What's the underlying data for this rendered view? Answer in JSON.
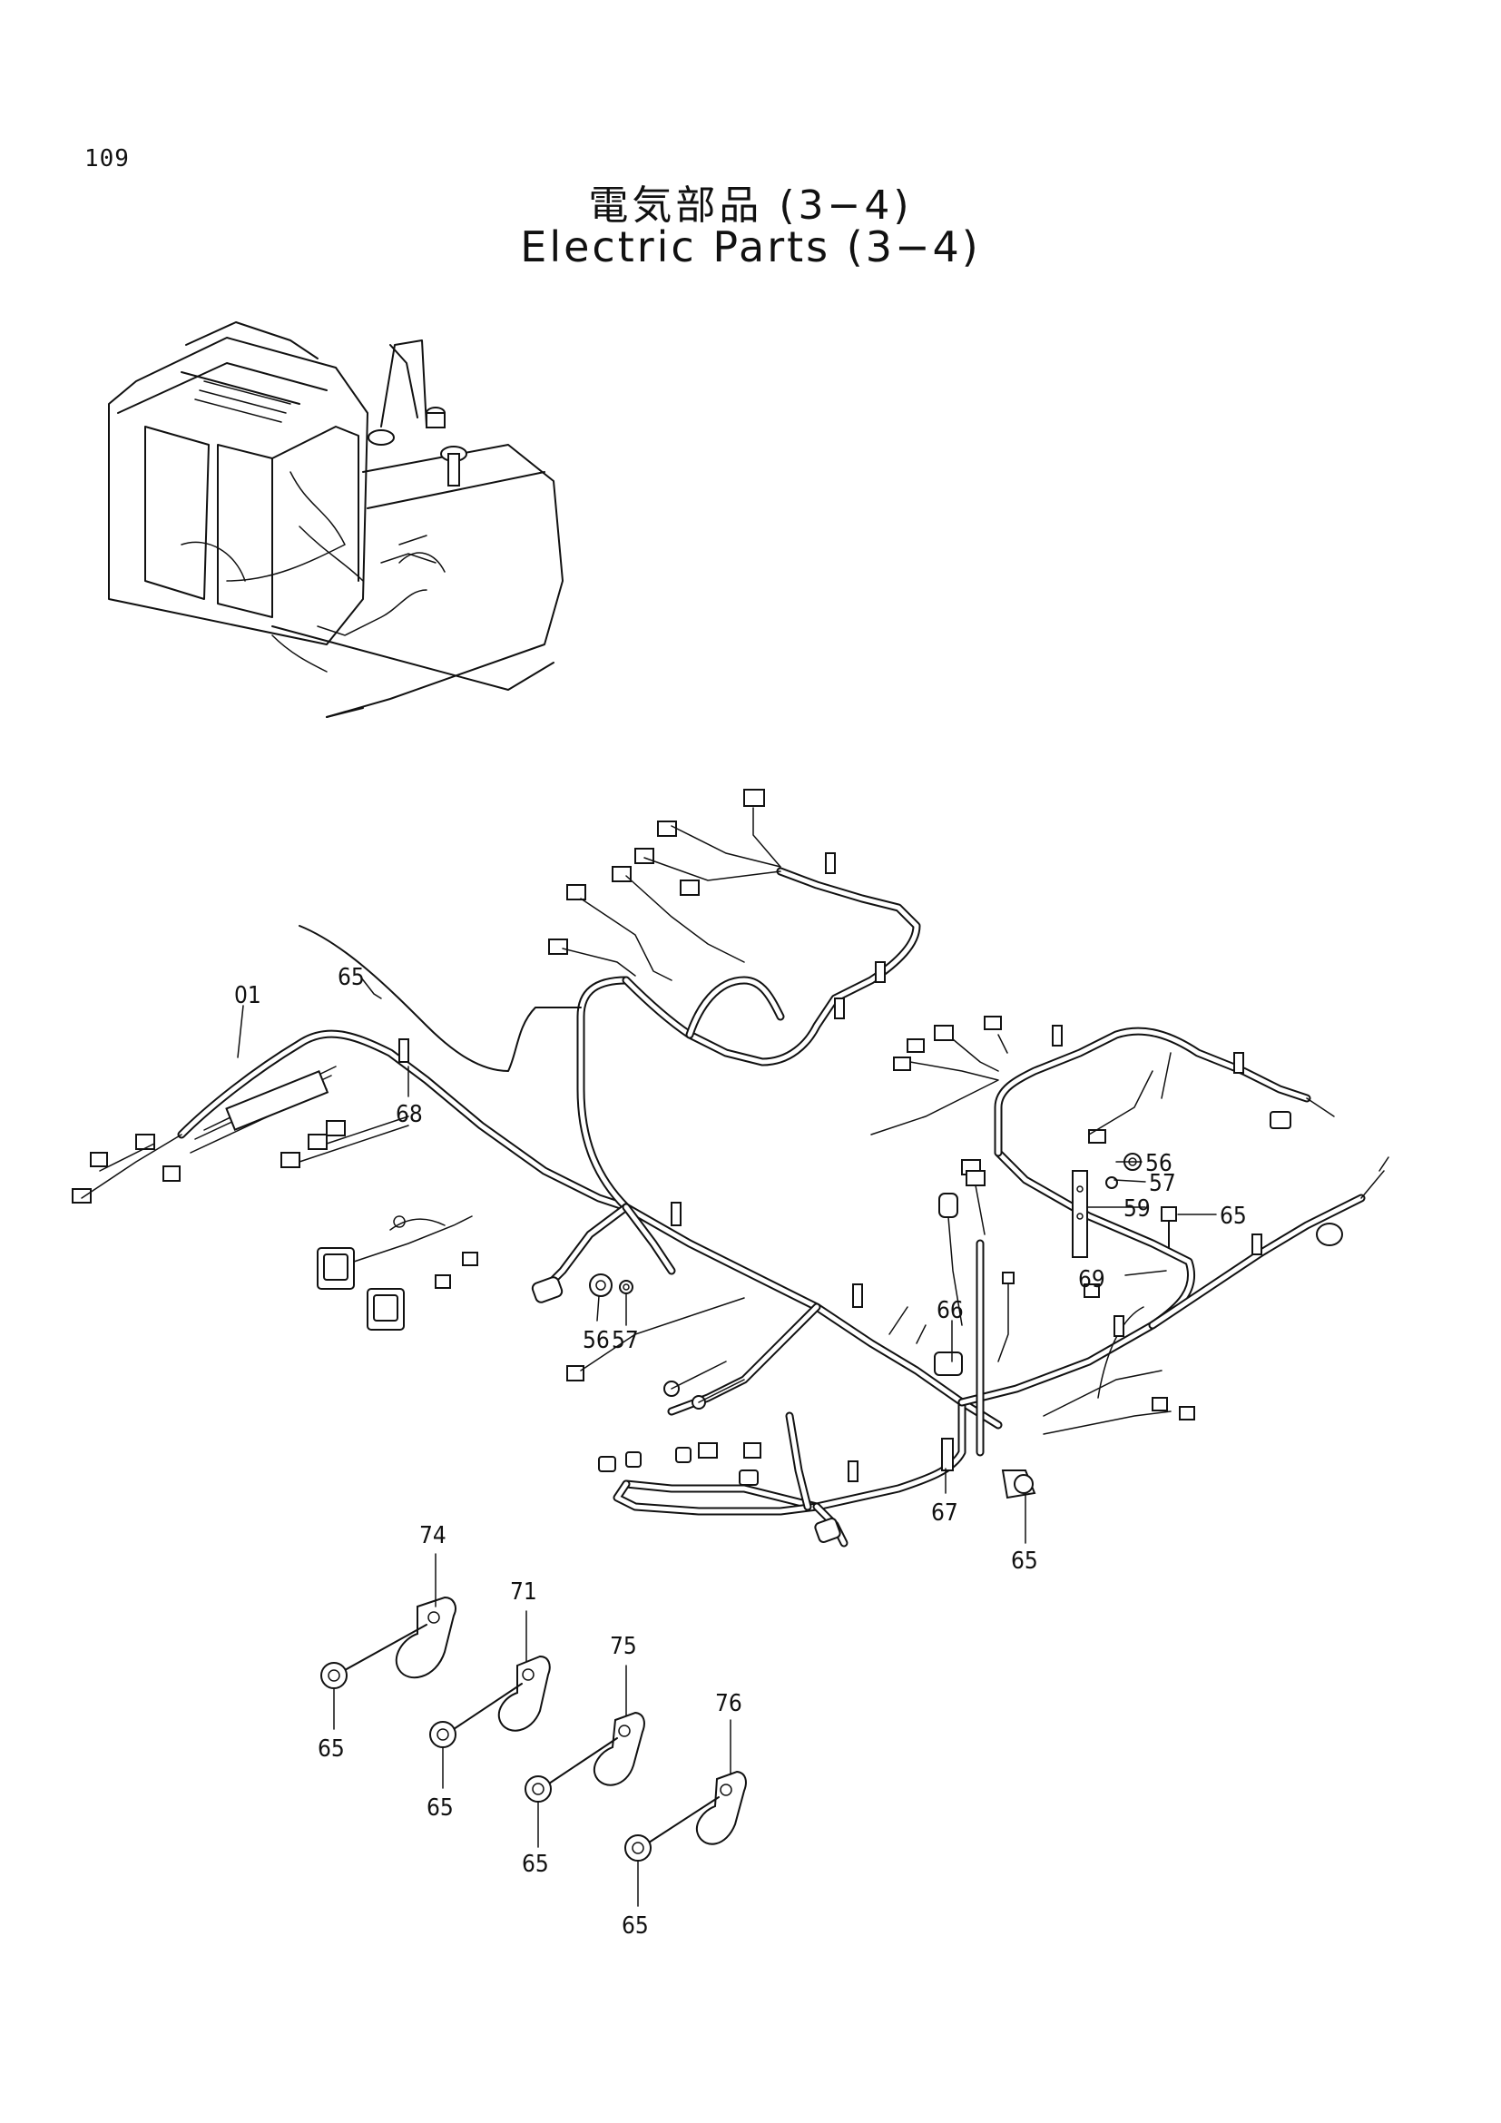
{
  "page": {
    "number": "109",
    "title_jp": "電気部品 (3−4)",
    "title_en": "Electric Parts (3−4)"
  },
  "callouts": {
    "c01": "01",
    "c65_top": "65",
    "c68": "68",
    "c56_left": "56",
    "c57_left": "57",
    "c56_right": "56",
    "c57_right": "57",
    "c59": "59",
    "c65_right": "65",
    "c69": "69",
    "c66": "66",
    "c67": "67",
    "c65_lower": "65",
    "c74": "74",
    "c71": "71",
    "c75": "75",
    "c76": "76",
    "c65_a": "65",
    "c65_b": "65",
    "c65_c": "65",
    "c65_d": "65"
  }
}
